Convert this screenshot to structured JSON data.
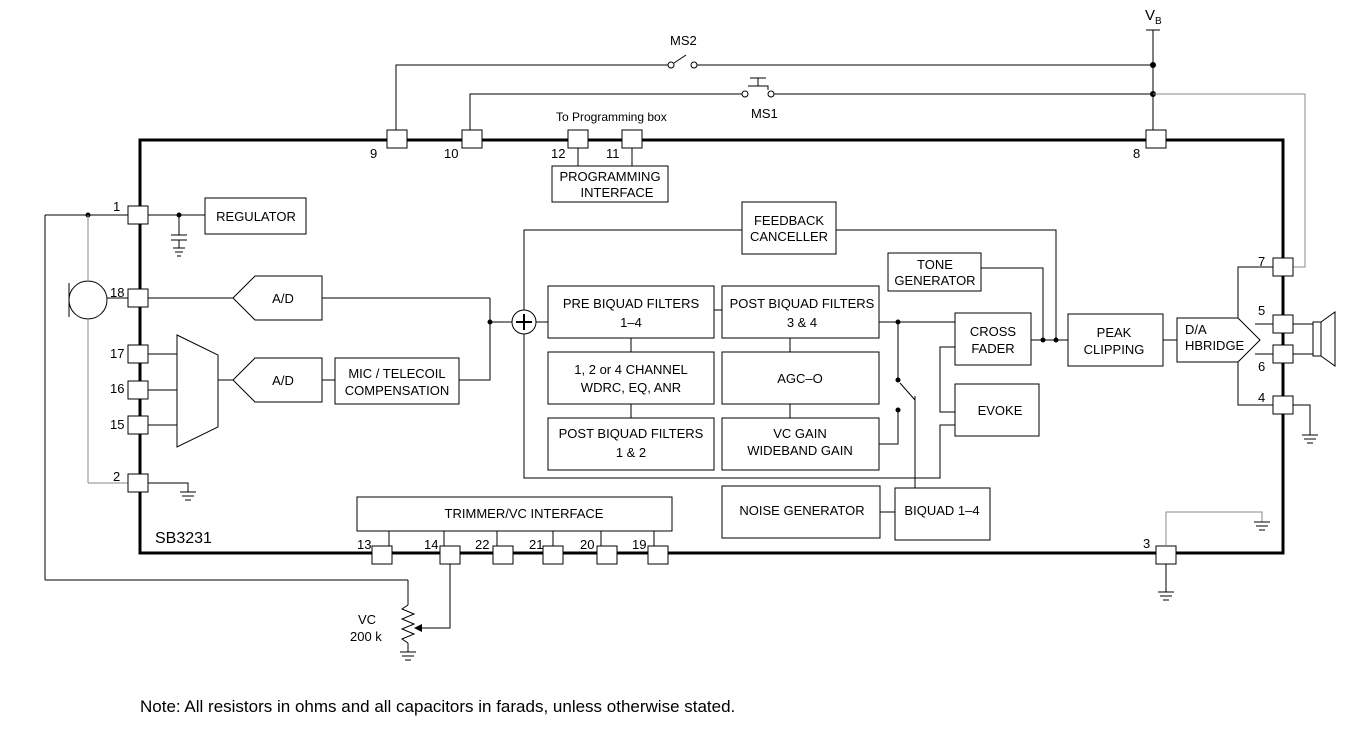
{
  "diagram": {
    "chip_name": "SB3231",
    "supply_label": "V",
    "supply_subscript": "B",
    "note": "Note: All resistors in ohms and all capacitors in farads, unless otherwise stated.",
    "switches": {
      "ms1": "MS1",
      "ms2": "MS2"
    },
    "programming_label": "To Programming box",
    "vc_label": "VC",
    "vc_value": "200 k",
    "pins": [
      "1",
      "2",
      "3",
      "4",
      "5",
      "6",
      "7",
      "8",
      "9",
      "10",
      "11",
      "12",
      "13",
      "14",
      "15",
      "16",
      "17",
      "18",
      "19",
      "20",
      "21",
      "22"
    ],
    "blocks": {
      "regulator": "REGULATOR",
      "programming_interface": [
        "PROGRAMMING",
        "INTERFACE"
      ],
      "feedback_canceller": [
        "FEEDBACK",
        "CANCELLER"
      ],
      "tone_generator": [
        "TONE",
        "GENERATOR"
      ],
      "ad_top": "A/D",
      "ad_bottom": "A/D",
      "mic_telecoil": [
        "MIC / TELECOIL",
        "COMPENSATION"
      ],
      "pre_biquad": [
        "PRE BIQUAD FILTERS",
        "1–4"
      ],
      "post_biquad_34": [
        "POST BIQUAD FILTERS",
        "3 & 4"
      ],
      "wdrc": [
        "1, 2 or 4 CHANNEL",
        "WDRC, EQ, ANR"
      ],
      "agc_o": "AGC–O",
      "post_biquad_12": [
        "POST BIQUAD FILTERS",
        "1 & 2"
      ],
      "vc_gain": [
        "VC GAIN",
        "WIDEBAND GAIN"
      ],
      "cross_fader": [
        "CROSS",
        "FADER"
      ],
      "evoke": "EVOKE",
      "peak_clipping": [
        "PEAK",
        "CLIPPING"
      ],
      "da_hbridge": [
        "D/A",
        "HBRIDGE"
      ],
      "noise_generator": "NOISE GENERATOR",
      "biquad_14": "BIQUAD 1–4",
      "trimmer": "TRIMMER/VC INTERFACE"
    }
  }
}
